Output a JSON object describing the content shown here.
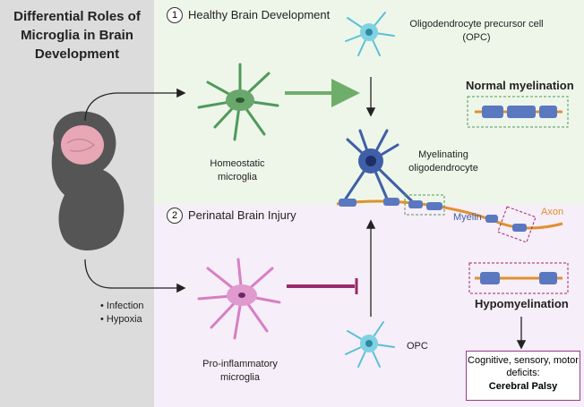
{
  "title": "Differential Roles of Microglia in Brain Development",
  "sections": {
    "healthy": {
      "number": "1",
      "label": "Healthy Brain Development"
    },
    "injury": {
      "number": "2",
      "label": "Perinatal Brain Injury"
    }
  },
  "labels": {
    "opc_top": "Oligodendrocyte precursor cell (OPC)",
    "normal_myelination": "Normal myelination",
    "homeostatic_microglia": "Homeostatic microglia",
    "myelinating_oligodendrocyte": "Myelinating oligodendrocyte",
    "myelin": "Myelin",
    "axon": "Axon",
    "infection": "Infection",
    "hypoxia": "Hypoxia",
    "pro_inflammatory_microglia": "Pro-inflammatory microglia",
    "opc_bottom": "OPC",
    "hypomyelination": "Hypomyelination",
    "deficits": "Cognitive, sensory, motor deficits:",
    "cerebral_palsy": "Cerebral Palsy"
  },
  "colors": {
    "homeostatic": "#4f9a5a",
    "pro_inflammatory": "#d77fc4",
    "opc": "#5bc0d8",
    "oligodendrocyte": "#3f5fa8",
    "axon": "#e0902f",
    "inhibit": "#9a2a6a"
  }
}
